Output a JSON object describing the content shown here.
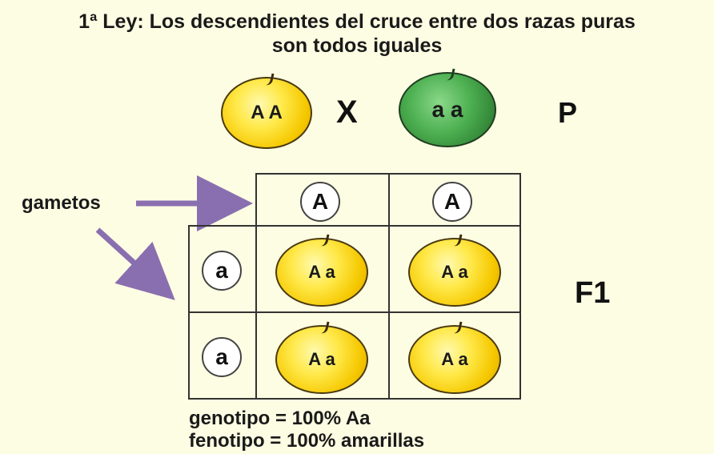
{
  "title": {
    "line1": "1ª Ley: Los descendientes del cruce entre dos razas puras",
    "line2": "son todos iguales"
  },
  "parents": {
    "left_genotype": "A A",
    "cross_symbol": "X",
    "right_genotype": "a a",
    "generation_label": "P"
  },
  "gametes_label": "gametos",
  "punnett": {
    "column_alleles": [
      "A",
      "A"
    ],
    "row_alleles": [
      "a",
      "a"
    ],
    "cells": [
      "A a",
      "A a",
      "A a",
      "A a"
    ]
  },
  "offspring_label": "F1",
  "summary": {
    "genotype": "genotipo = 100% Aa",
    "phenotype": "fenotipo = 100% amarillas"
  },
  "colors": {
    "background": "#fdfde3",
    "yellow_pea": "#f5c800",
    "green_pea": "#4caf50",
    "arrow": "#8a6fb0"
  }
}
